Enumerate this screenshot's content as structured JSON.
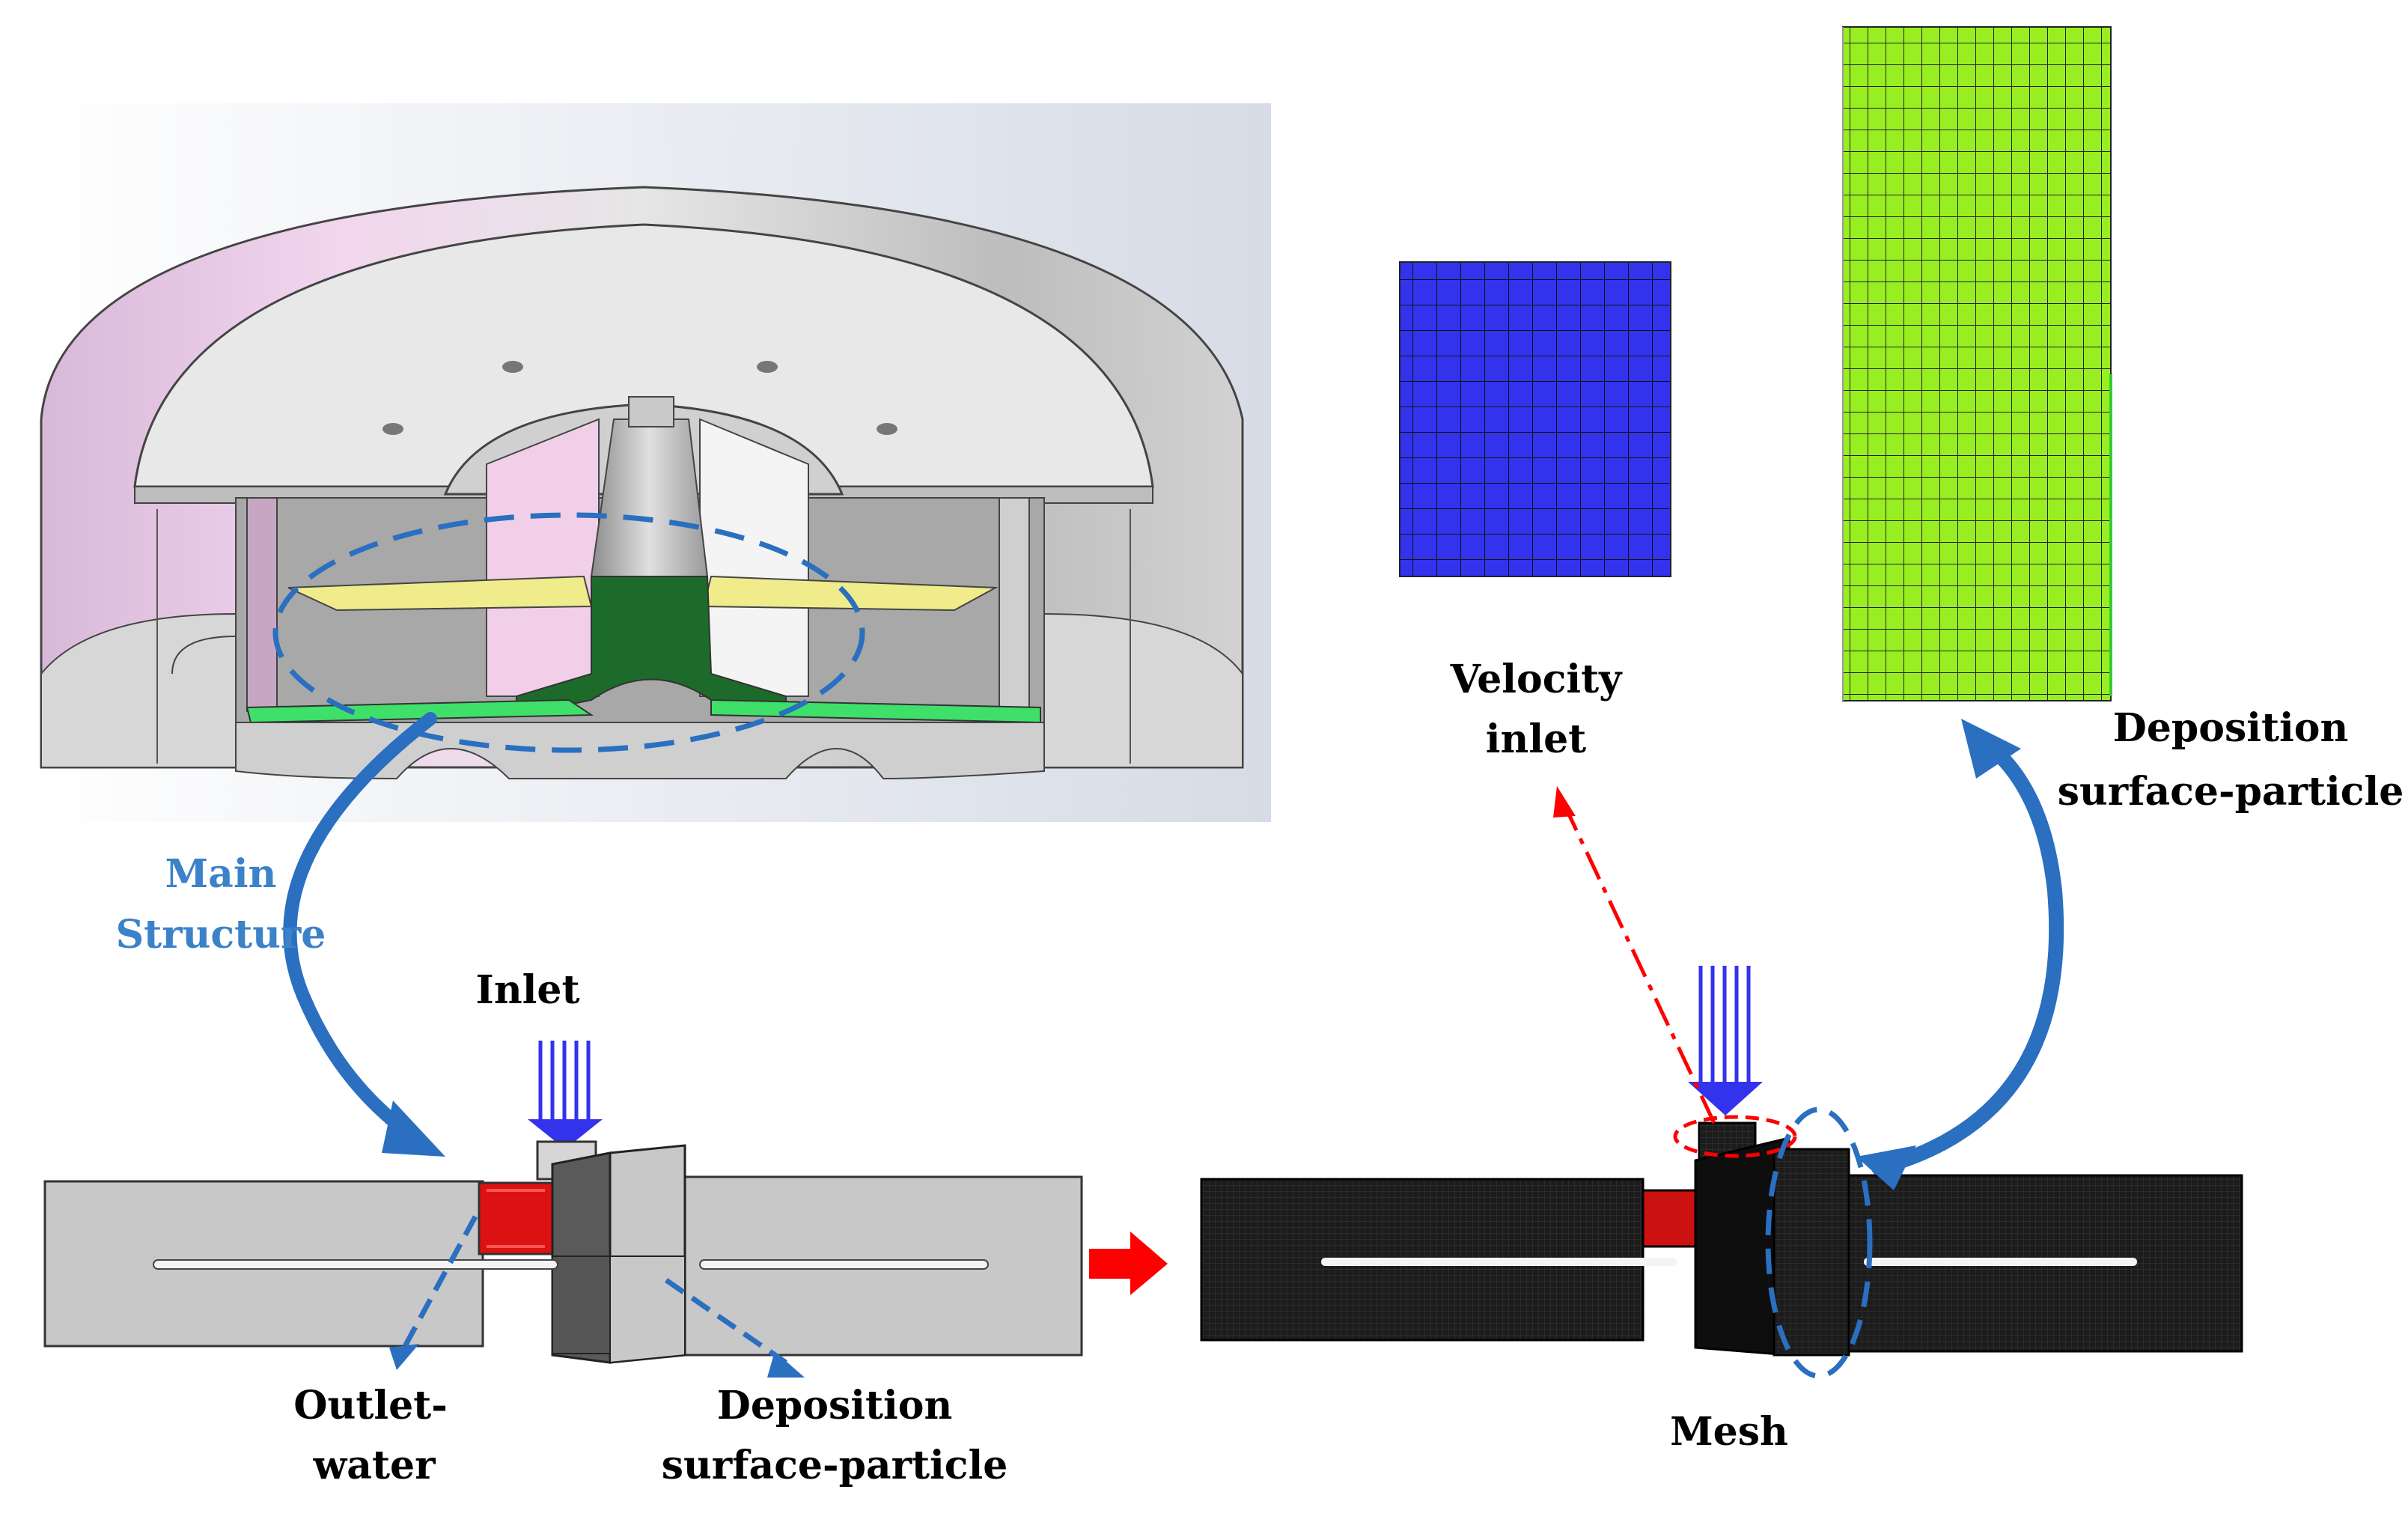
{
  "labels": {
    "main_structure_1": "Main",
    "main_structure_2": "Structure",
    "inlet": "Inlet",
    "outlet_1": "Outlet-",
    "outlet_2": "water",
    "deposition_left_1": "Deposition",
    "deposition_left_2": "surface-particle",
    "velocity_1": "Velocity",
    "velocity_2": "inlet",
    "deposition_right_1": "Deposition",
    "deposition_right_2": "surface-particle",
    "mesh": "Mesh"
  },
  "colors": {
    "label_blue": "#3b82c9",
    "arrow_blue": "#2a6fc0",
    "dash_blue": "#2a6fc0",
    "red": "#ff0000",
    "inlet_mesh": "#3333ee",
    "deposition_mesh": "#99ee22",
    "mesh_body": "#1a1a1a",
    "model_grey": "#c8c8c8"
  },
  "icons": {
    "inlet_flow": "downward-arrow-bundle-icon",
    "pointer": "curved-arrow-icon"
  }
}
